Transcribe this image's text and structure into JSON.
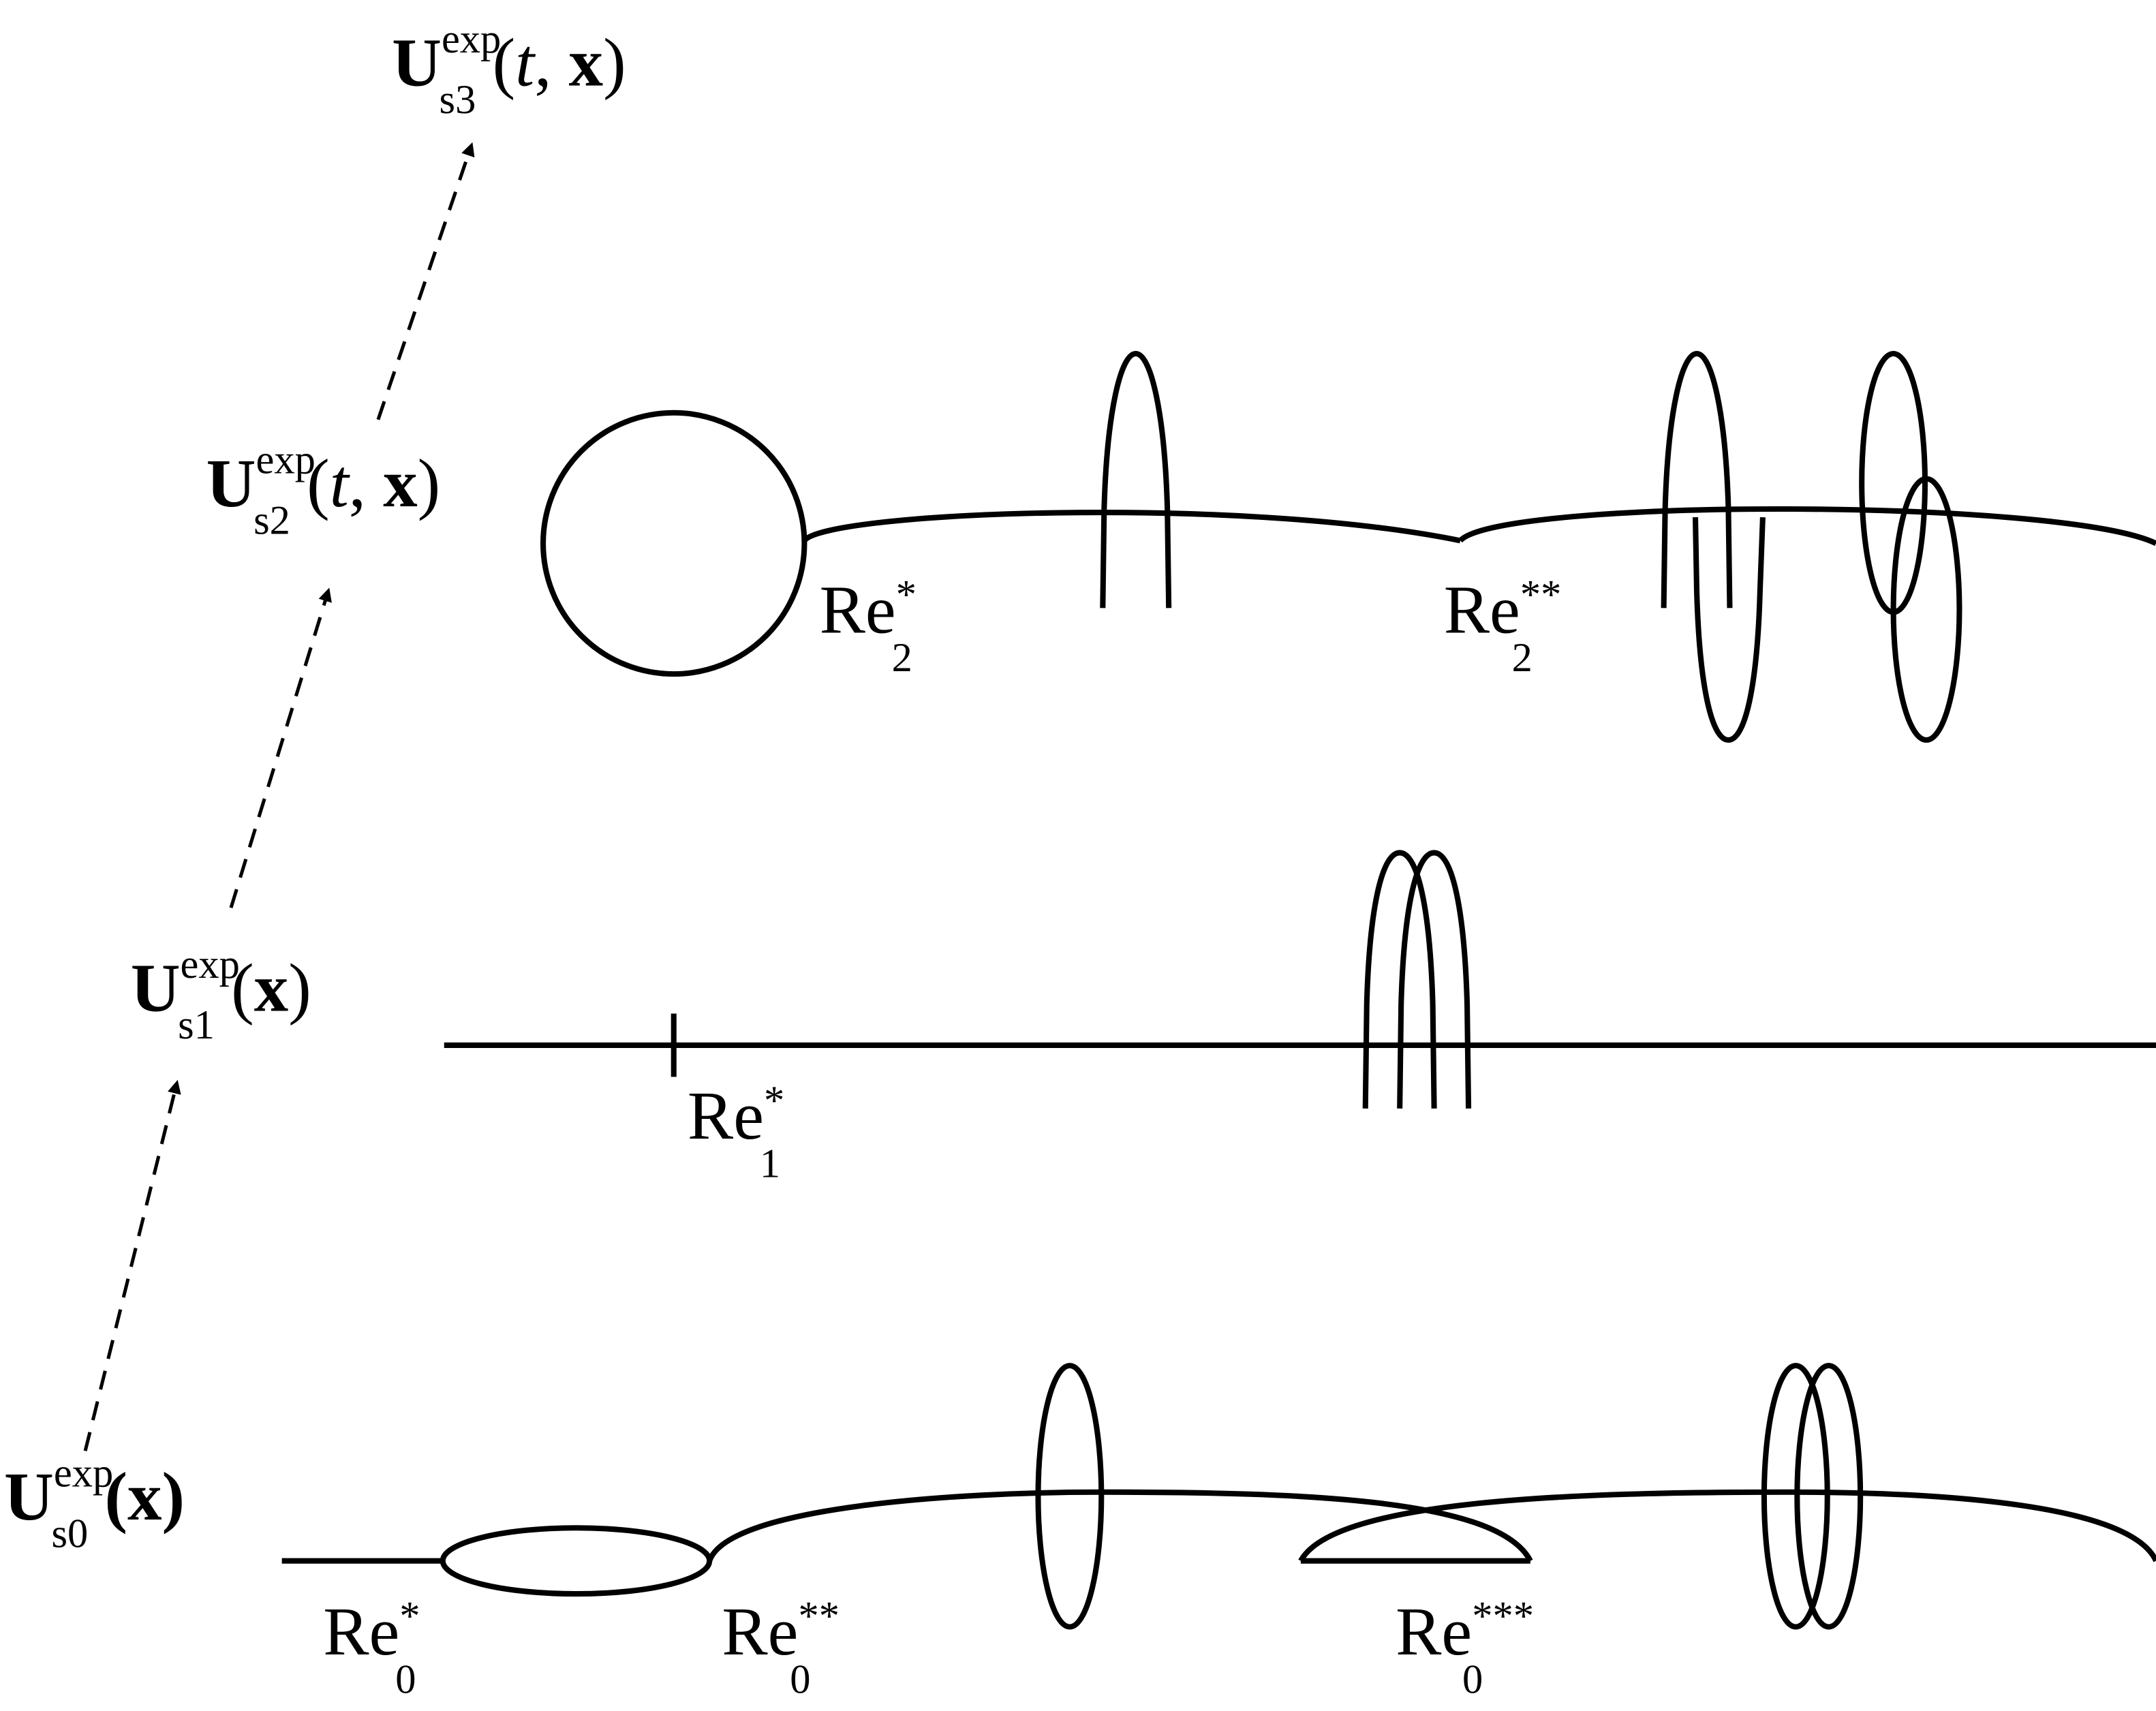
{
  "states": [
    {
      "id": "s0",
      "base": "U",
      "sup": "exp",
      "sub": "s0",
      "args": "(x)",
      "arg_open": "(",
      "arg_var": "x",
      "arg_close": ")"
    },
    {
      "id": "s1",
      "base": "U",
      "sup": "exp",
      "sub": "s1",
      "arg_open": "(",
      "arg_var": "x",
      "arg_close": ")"
    },
    {
      "id": "s2",
      "base": "U",
      "sup": "exp",
      "sub": "s2",
      "arg_open": "(",
      "arg_t": "t",
      "arg_comma": ", ",
      "arg_var": "x",
      "arg_close": ")"
    },
    {
      "id": "s3",
      "base": "U",
      "sup": "exp",
      "sub": "s3",
      "arg_open": "(",
      "arg_t": "t",
      "arg_comma": ", ",
      "arg_var": "x",
      "arg_close": ")"
    }
  ],
  "thresholds": {
    "s0": [
      {
        "base": "Re",
        "stars": "*",
        "sub": "0"
      },
      {
        "base": "Re",
        "stars": "**",
        "sub": "0"
      },
      {
        "base": "Re",
        "stars": "***",
        "sub": "0"
      }
    ],
    "s1": [
      {
        "base": "Re",
        "stars": "*",
        "sub": "1"
      }
    ],
    "s2": [
      {
        "base": "Re",
        "stars": "*",
        "sub": "2"
      },
      {
        "base": "Re",
        "stars": "**",
        "sub": "2"
      }
    ]
  },
  "colors": {
    "stroke": "#000000",
    "background": "#ffffff"
  }
}
